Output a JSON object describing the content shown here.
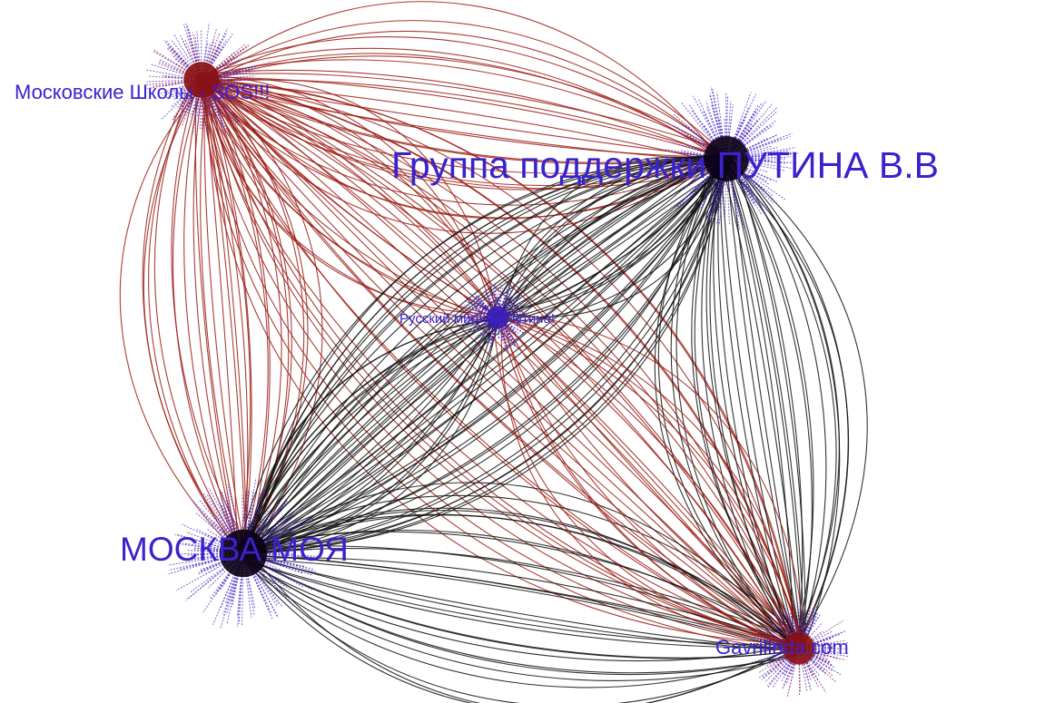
{
  "graph": {
    "edge_colors": {
      "red": "#9b1c14",
      "black": "#111111",
      "spoke": "#4a2bc4"
    },
    "node_colors": {
      "core_dark": "#0a0014",
      "core_purple": "#3a1fb5",
      "core_red": "#8a1010",
      "label": "#3a22cc"
    },
    "nodes": [
      {
        "id": "moscow-schools",
        "label": "Московские Школы - SOS!!!",
        "core": "core_red",
        "spokes": "mixed"
      },
      {
        "id": "putin-support",
        "label": "Группа поддержки ПУТИНА В.В",
        "core": "core_dark",
        "spokes": "blue"
      },
      {
        "id": "russian-world",
        "label": "Русский мир! За Путина!",
        "core": "core_purple",
        "spokes": "blue"
      },
      {
        "id": "moskva-moya",
        "label": "МОСКВА МОЯ",
        "core": "core_dark",
        "spokes": "blue"
      },
      {
        "id": "gavrilinda",
        "label": "Gavrilinda.com",
        "core": "core_red",
        "spokes": "mixed"
      }
    ],
    "edge_bundles": [
      {
        "from": "moscow-schools",
        "to": "putin-support",
        "color": "red",
        "count": 26
      },
      {
        "from": "moscow-schools",
        "to": "moskva-moya",
        "color": "red",
        "count": 26
      },
      {
        "from": "moscow-schools",
        "to": "gavrilinda",
        "color": "red",
        "count": 30
      },
      {
        "from": "moscow-schools",
        "to": "russian-world",
        "color": "red",
        "count": 14
      },
      {
        "from": "putin-support",
        "to": "moskva-moya",
        "color": "black",
        "count": 40
      },
      {
        "from": "putin-support",
        "to": "gavrilinda",
        "color": "black",
        "count": 30
      },
      {
        "from": "putin-support",
        "to": "russian-world",
        "color": "black",
        "count": 18
      },
      {
        "from": "moskva-moya",
        "to": "gavrilinda",
        "color": "black",
        "count": 28
      },
      {
        "from": "moskva-moya",
        "to": "russian-world",
        "color": "black",
        "count": 18
      },
      {
        "from": "russian-world",
        "to": "gavrilinda",
        "color": "red",
        "count": 14
      }
    ]
  }
}
